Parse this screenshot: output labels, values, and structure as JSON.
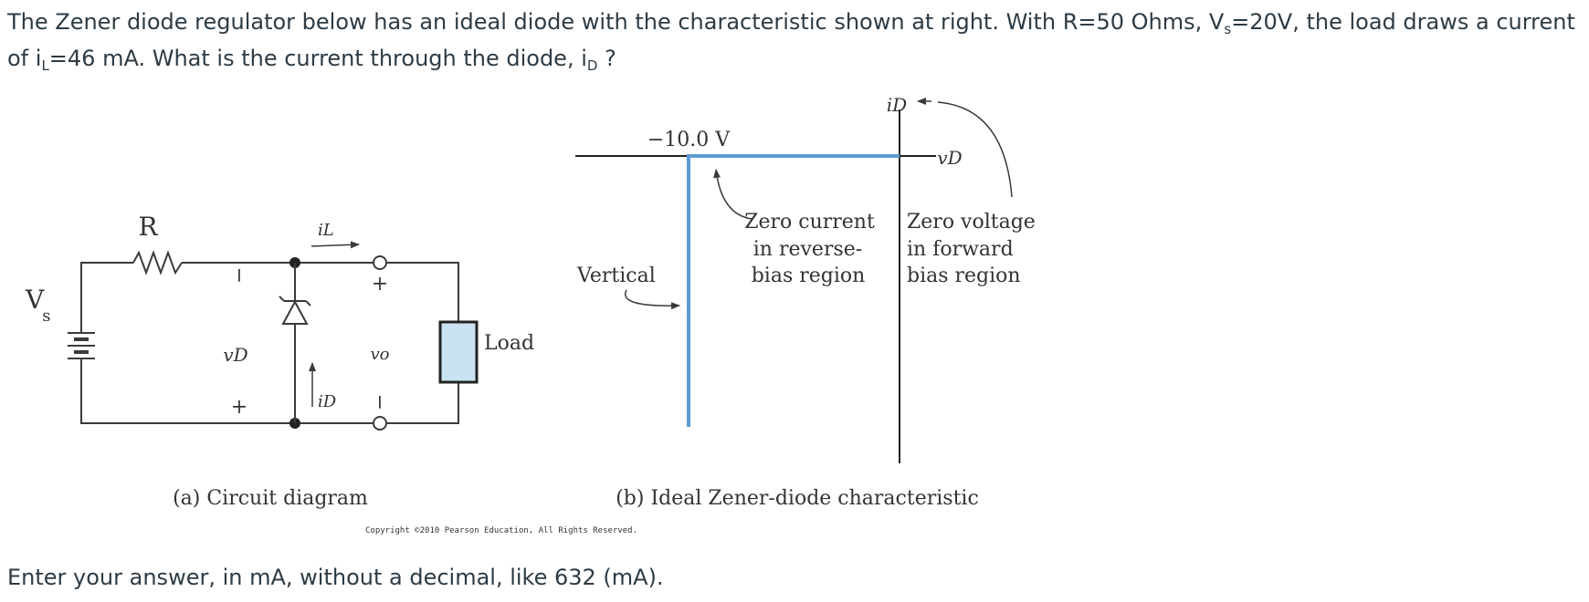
{
  "question": {
    "part1": "The Zener diode regulator below has an ideal diode with the characteristic shown at right. With R=50 Ohms, V",
    "sub_s": "s",
    "part2": "=20V, the load draws a current of i",
    "sub_L": "L",
    "part3": "=46 mA. What is the current through the diode, i",
    "sub_D": "D",
    "part4": " ?"
  },
  "circuit": {
    "r_label": "R",
    "vs_label": "V",
    "vs_sub": "s",
    "il_label": "iL",
    "vd_label": "vD",
    "vo_label": "vo",
    "id_label": "iD",
    "load_label": "Load",
    "minus_sign": "−",
    "plus_sign": "+",
    "caption": "(a) Circuit diagram",
    "load_fill": "#c9e3f2"
  },
  "characteristic": {
    "voltage_label": "−10.0 V",
    "id_axis_label": "iD",
    "vd_axis_label": "vD",
    "note_reverse": [
      "Zero current",
      "in reverse-",
      "bias region"
    ],
    "note_forward": [
      "Zero voltage",
      "in forward",
      "bias region"
    ],
    "note_vertical": "Vertical",
    "caption": "(b) Ideal Zener-diode characteristic",
    "curve_color": "#5b9bd5"
  },
  "copyright": "Copyright ©2010 Pearson Education, All Rights Reserved.",
  "answer_prompt": "Enter your answer, in mA, without a decimal, like 632 (mA)."
}
